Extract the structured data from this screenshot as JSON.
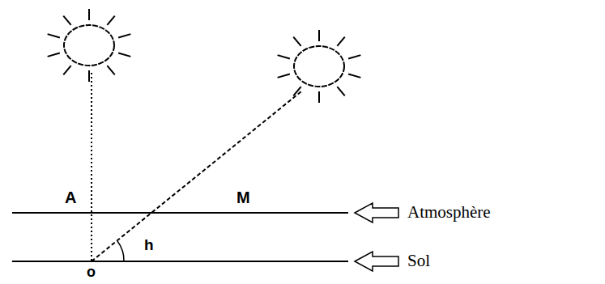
{
  "diagram": {
    "labels": [
      "A",
      "M",
      "Atmosphère",
      "h",
      "Sol",
      "o"
    ]
  }
}
